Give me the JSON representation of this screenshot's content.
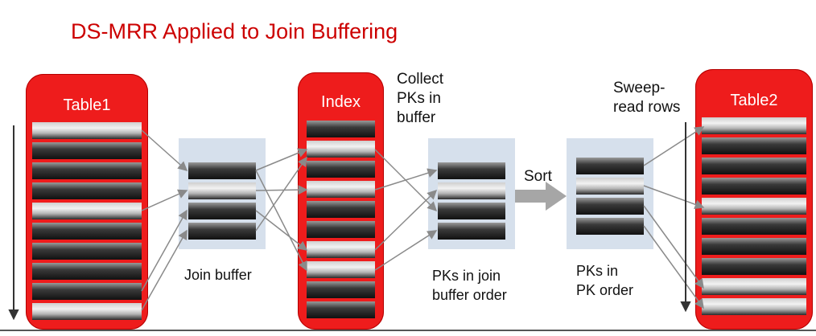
{
  "diagram": {
    "title": "DS-MRR Applied to Join Buffering",
    "boxes": {
      "table1": "Table1",
      "index": "Index",
      "table2": "Table2"
    },
    "labels": {
      "collect_line1": "Collect",
      "collect_line2": "PKs in",
      "collect_line3": "buffer",
      "sort": "Sort",
      "sweep_line1": "Sweep-",
      "sweep_line2": "read rows",
      "join_buffer": "Join buffer",
      "pks_join_line1": "PKs in join",
      "pks_join_line2": "buffer order",
      "pks_pk_line1": "PKs in",
      "pks_pk_line2": "PK order"
    },
    "colors": {
      "accent_red": "#ee1c1c",
      "title_red": "#cc0000",
      "panel_blue": "#d6e0ec"
    }
  }
}
